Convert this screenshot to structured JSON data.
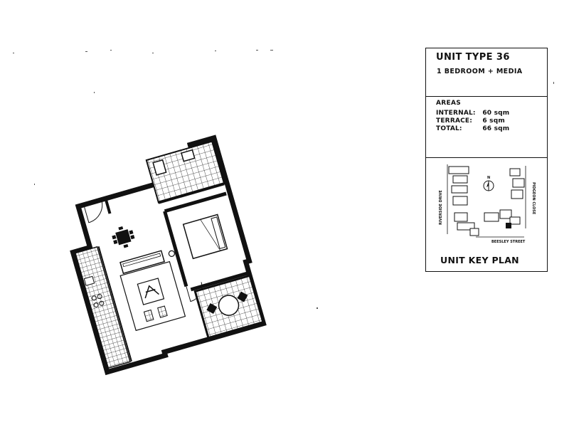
{
  "unit": {
    "title": "UNIT TYPE  36",
    "subtitle": "1  BEDROOM + MEDIA"
  },
  "areas": {
    "heading": "AREAS",
    "rows": [
      {
        "label": "INTERNAL:",
        "value": "60 sqm"
      },
      {
        "label": "TERRACE:",
        "value": "6 sqm"
      },
      {
        "label": "TOTAL:",
        "value": "66 sqm"
      }
    ]
  },
  "key_plan": {
    "title": "UNIT KEY PLAN",
    "north_label": "N",
    "streets": {
      "left": "RIVERSIDE DRIVE",
      "right": "PIDGEON CLOSE",
      "bottom": "BEESLEY STREET"
    }
  }
}
